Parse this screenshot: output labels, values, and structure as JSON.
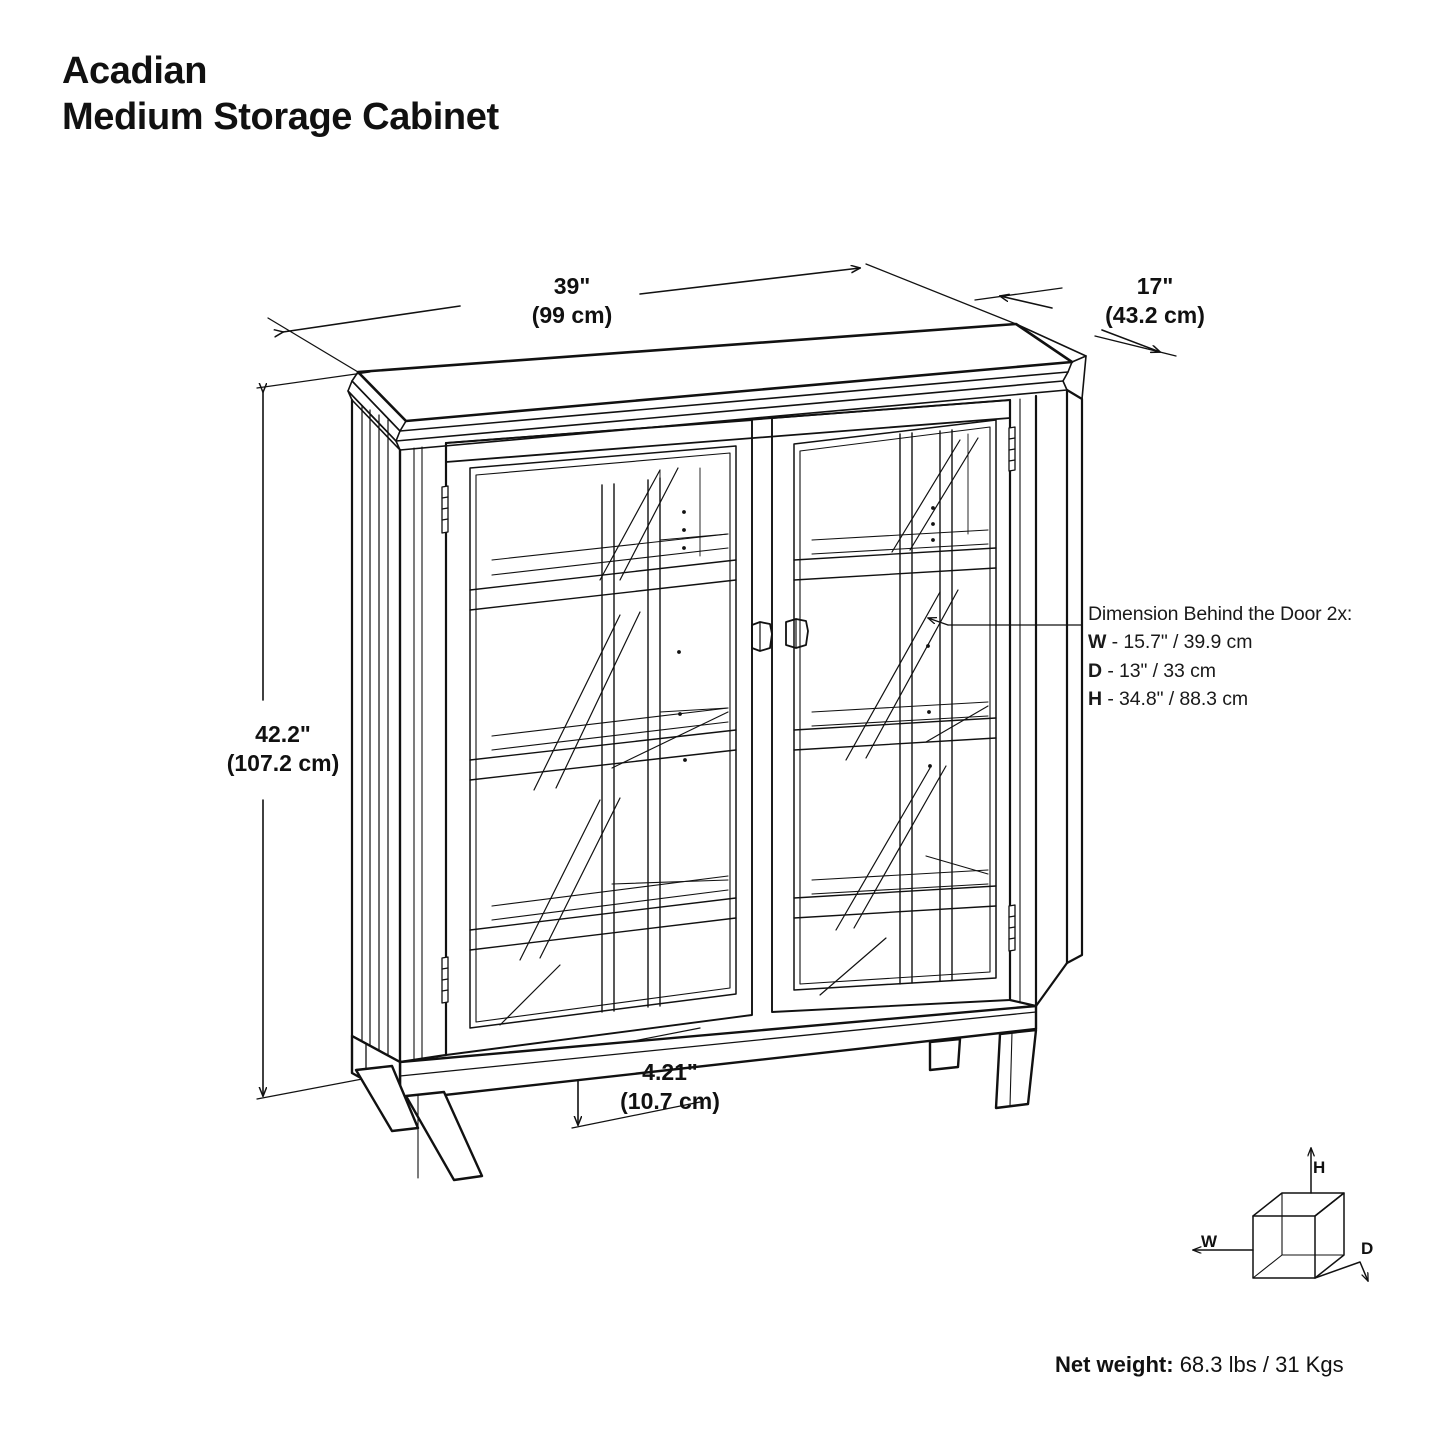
{
  "product": {
    "collection": "Acadian",
    "name": "Medium Storage Cabinet"
  },
  "dimensions": {
    "width": {
      "imperial": "39\"",
      "metric": "(99 cm)"
    },
    "depth": {
      "imperial": "17\"",
      "metric": "(43.2 cm)"
    },
    "height": {
      "imperial": "42.2\"",
      "metric": "(107.2 cm)"
    },
    "leg_clearance": {
      "imperial": "4.21\"",
      "metric": "(10.7 cm)"
    }
  },
  "callout": {
    "heading": "Dimension Behind the Door 2x:",
    "rows": [
      {
        "key": "W",
        "value": "- 15.7\" / 39.9 cm"
      },
      {
        "key": "D",
        "value": "- 13\" / 33 cm"
      },
      {
        "key": "H",
        "value": "- 34.8\" / 88.3 cm"
      }
    ]
  },
  "axis_legend": {
    "height_label": "H",
    "width_label": "W",
    "depth_label": "D"
  },
  "net_weight": {
    "label": "Net weight:",
    "value": "68.3 lbs / 31 Kgs"
  },
  "style": {
    "line_color": "#111111",
    "background": "#ffffff"
  }
}
